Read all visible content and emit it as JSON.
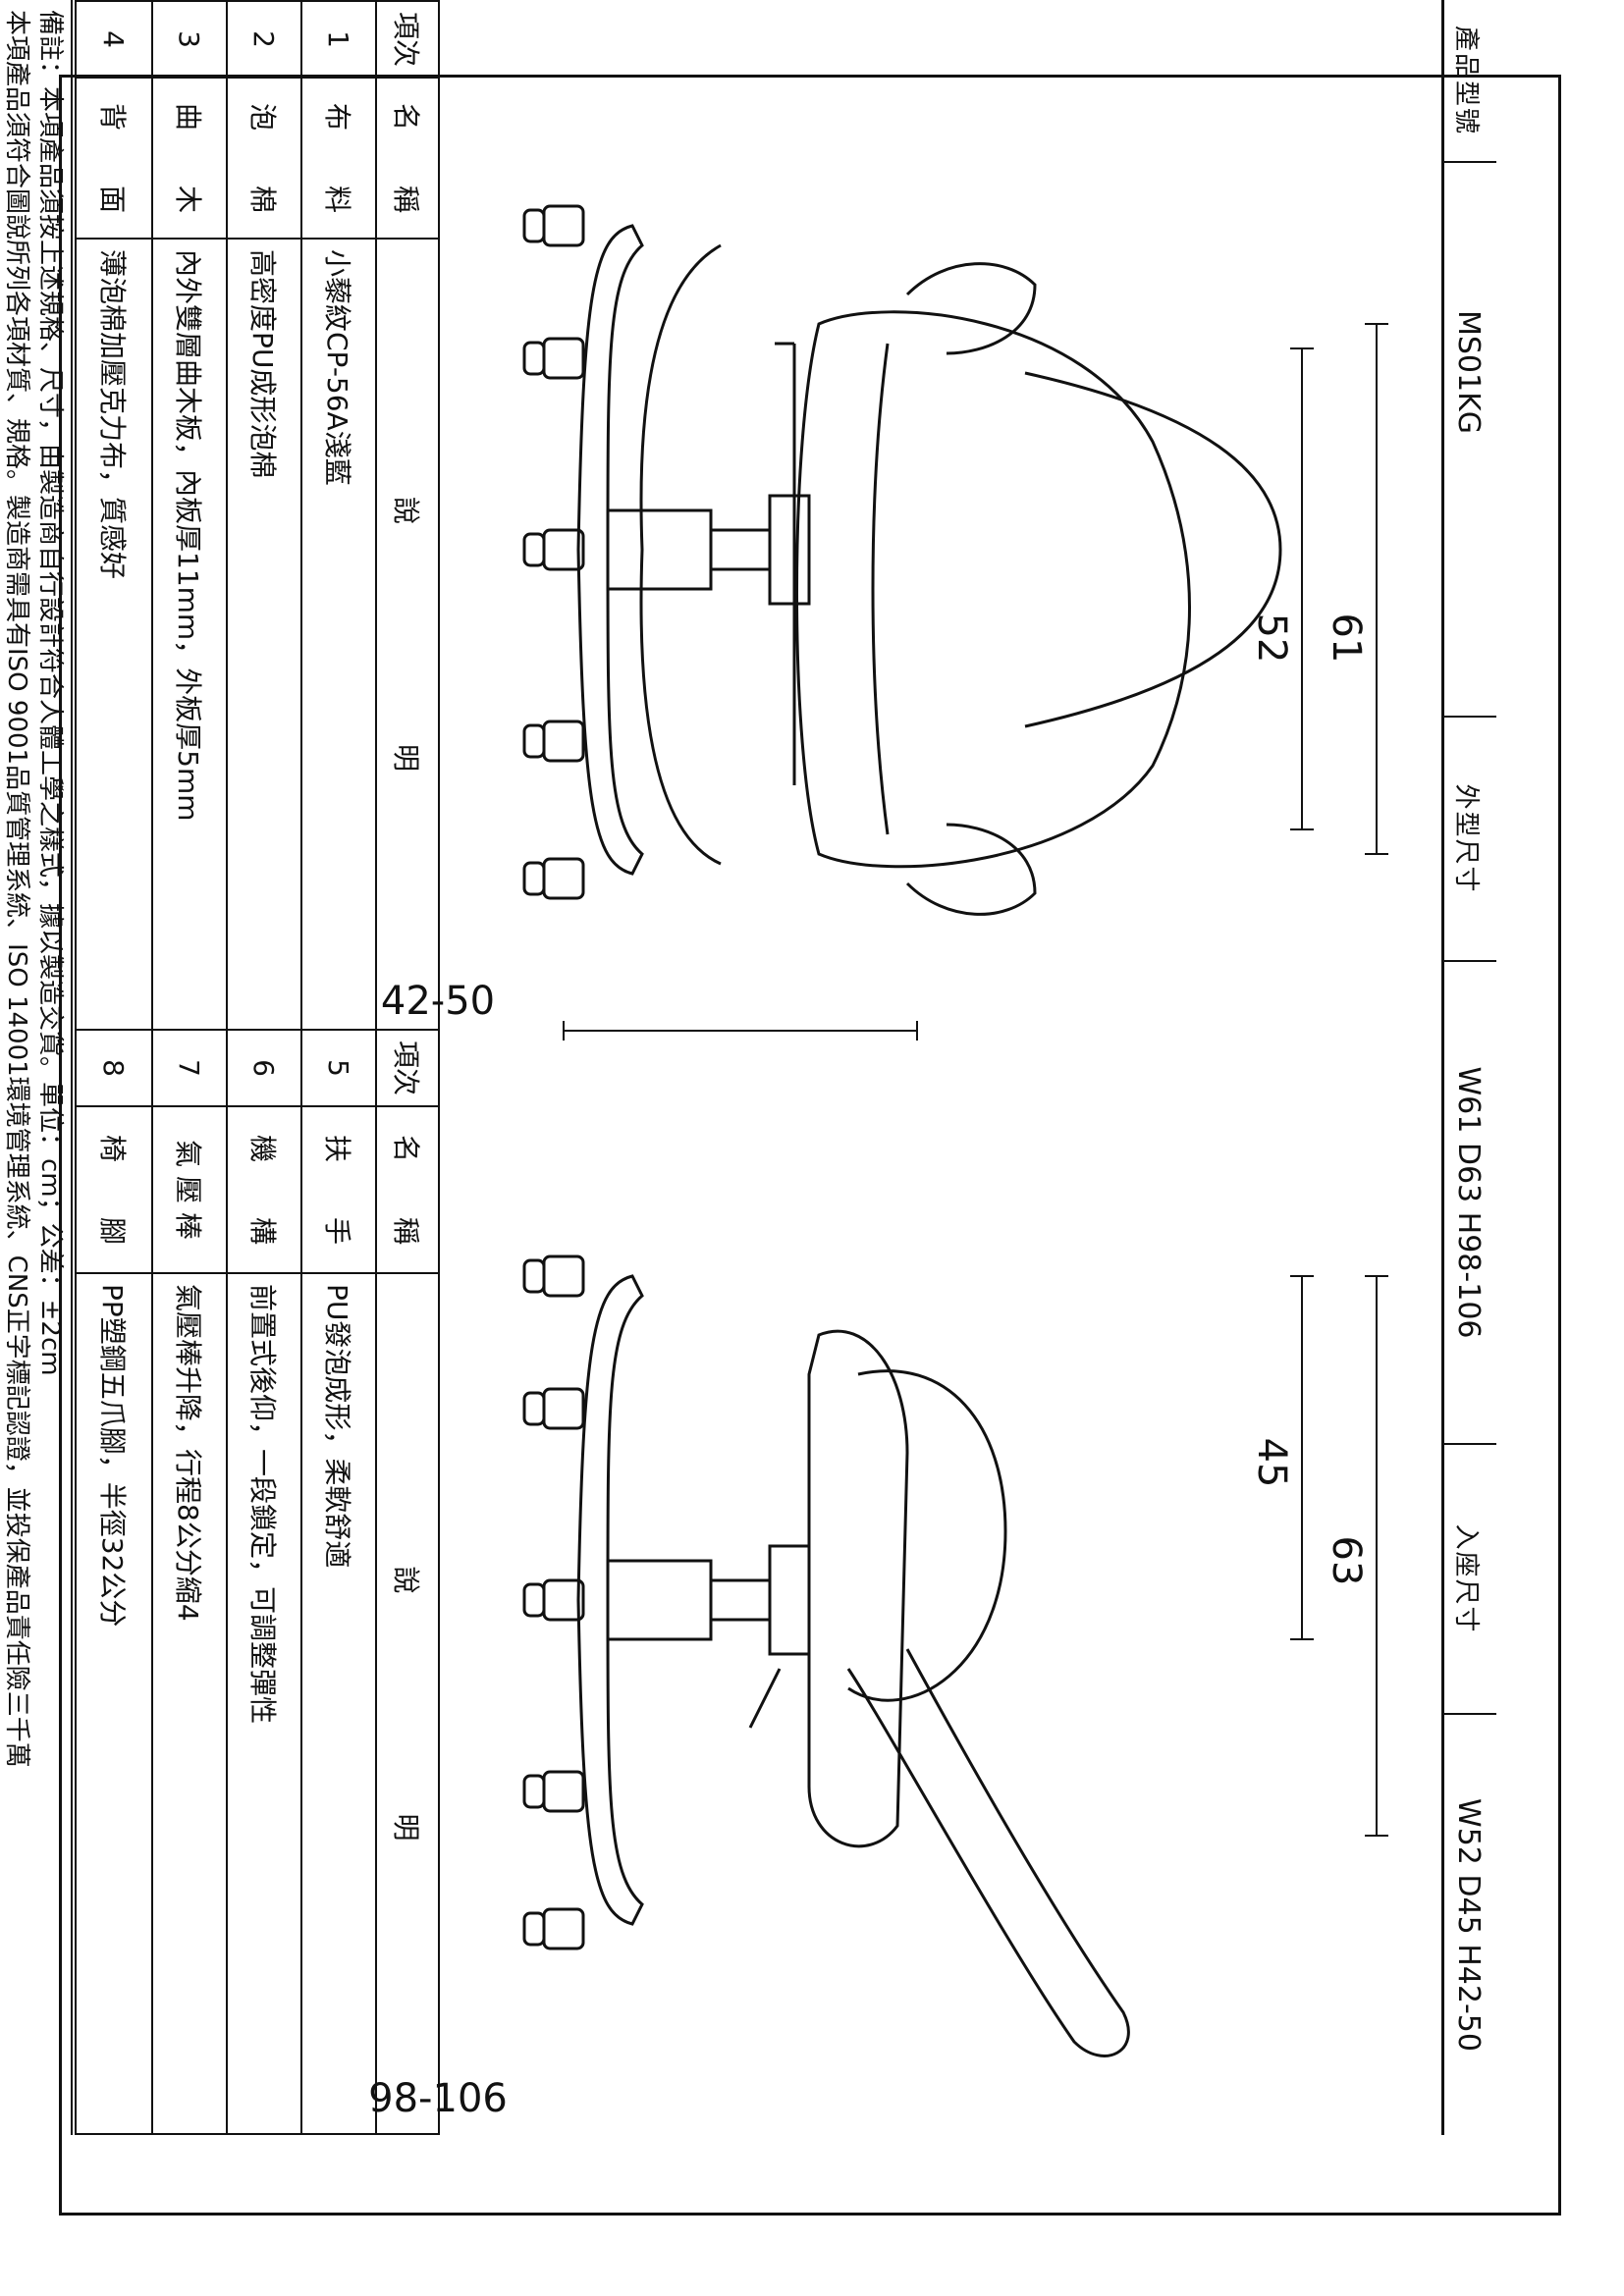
{
  "header": {
    "model_label": "產品型號",
    "model_value": "MS01KG",
    "outer_label": "外型尺寸",
    "outer_value": "W61 D63 H98-106",
    "seat_label": "入座尺寸",
    "seat_value": "W52 D45 H42-50"
  },
  "dimensions": {
    "front_outer_width": "61",
    "front_inner_width": "52",
    "front_height": "42-50",
    "side_outer_depth": "63",
    "side_inner_depth": "45",
    "side_height": "98-106"
  },
  "table": {
    "col_item": "項次",
    "col_name": "名　　稱",
    "col_desc": "說　　　　　　　　明",
    "rows_left": [
      {
        "no": "1",
        "name": "布　　料",
        "desc": "小藜紋CP-56A淺藍"
      },
      {
        "no": "2",
        "name": "泡　　棉",
        "desc": "高密度PU成形泡棉"
      },
      {
        "no": "3",
        "name": "曲　　木",
        "desc": "內外雙層曲木板，內板厚11mm，外板厚5mm"
      },
      {
        "no": "4",
        "name": "背　　面",
        "desc": "薄泡棉加壓克力布，質感好"
      }
    ],
    "rows_right": [
      {
        "no": "5",
        "name": "扶　　手",
        "desc": "PU發泡成形，柔軟舒適"
      },
      {
        "no": "6",
        "name": "機　　構",
        "desc": "前置式後仰，一段鎖定，可調整彈性"
      },
      {
        "no": "7",
        "name": "氣 壓 棒",
        "desc": "氣壓棒升降，行程8公分縮4"
      },
      {
        "no": "8",
        "name": "椅　　腳",
        "desc": "PP塑鋼五爪腳，半徑32公分"
      }
    ]
  },
  "notes": {
    "line1": "備註：本項產品須按上述規格、尺寸，由製造商自行設計符合人體工學之樣式，據以製造交貨。單位：cm；公差：±2cm",
    "line2": "本項產品須符合圖說所列各項材質、規格。製造商需具有ISO 9001品質管理系統、ISO 14001環境管理系統、CNS正字標記認證，並投保產品責任險三千萬"
  }
}
